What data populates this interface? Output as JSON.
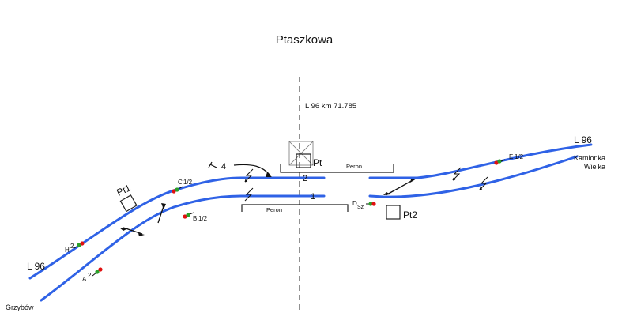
{
  "title": "Ptaszkowa",
  "axis_label": "L 96  km  71.785",
  "tracks": [
    {
      "number": "2",
      "label": "track-2"
    },
    {
      "number": "1",
      "label": "track-1"
    },
    {
      "number": "4",
      "label": "track-4"
    }
  ],
  "platforms": [
    "Peron",
    "Peron"
  ],
  "posts": [
    "Pt",
    "Pt1",
    "Pt2"
  ],
  "signals": [
    {
      "name": "A",
      "sub": "2"
    },
    {
      "name": "H",
      "sub": "2"
    },
    {
      "name": "B",
      "sub": "1/2"
    },
    {
      "name": "C",
      "sub": "1/2"
    },
    {
      "name": "D",
      "sub": "Sz"
    },
    {
      "name": "E",
      "sub": "1/2"
    }
  ],
  "line_labels": {
    "left": "L 96",
    "right": "L 96"
  },
  "destinations": {
    "left": "Grzybów",
    "right_line1": "Kamionka",
    "right_line2": "Wielka"
  },
  "colors": {
    "track": "#2f62e6",
    "signal_red": "#e01010",
    "signal_green": "#2aa02a"
  }
}
